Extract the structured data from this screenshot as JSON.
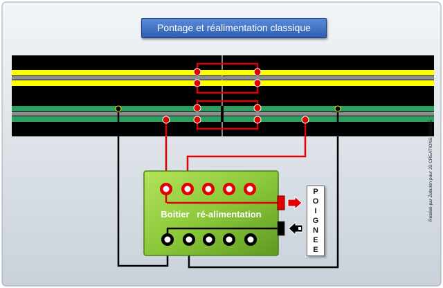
{
  "title": "Pontage et réalimentation classique",
  "box_label": "Boitier   ré-alimentation",
  "handle_letters": [
    "P",
    "O",
    "I",
    "G",
    "N",
    "E",
    "E"
  ],
  "credit": "Réalisé par Zebulon pour JS CREATIONS 05/2015",
  "colors": {
    "frame": "#dde3ea",
    "track_bg": "#000000",
    "rail_yellow": "#ffff00",
    "rail_green": "#2e9f62",
    "wire_red": "#e00000",
    "wire_black": "#000000",
    "box_green": "#8fcf3c",
    "arrow_red": "#e00000"
  },
  "icons": {
    "input_arrow": "arrow-right-icon",
    "output_arrow": "arrow-left-icon"
  }
}
